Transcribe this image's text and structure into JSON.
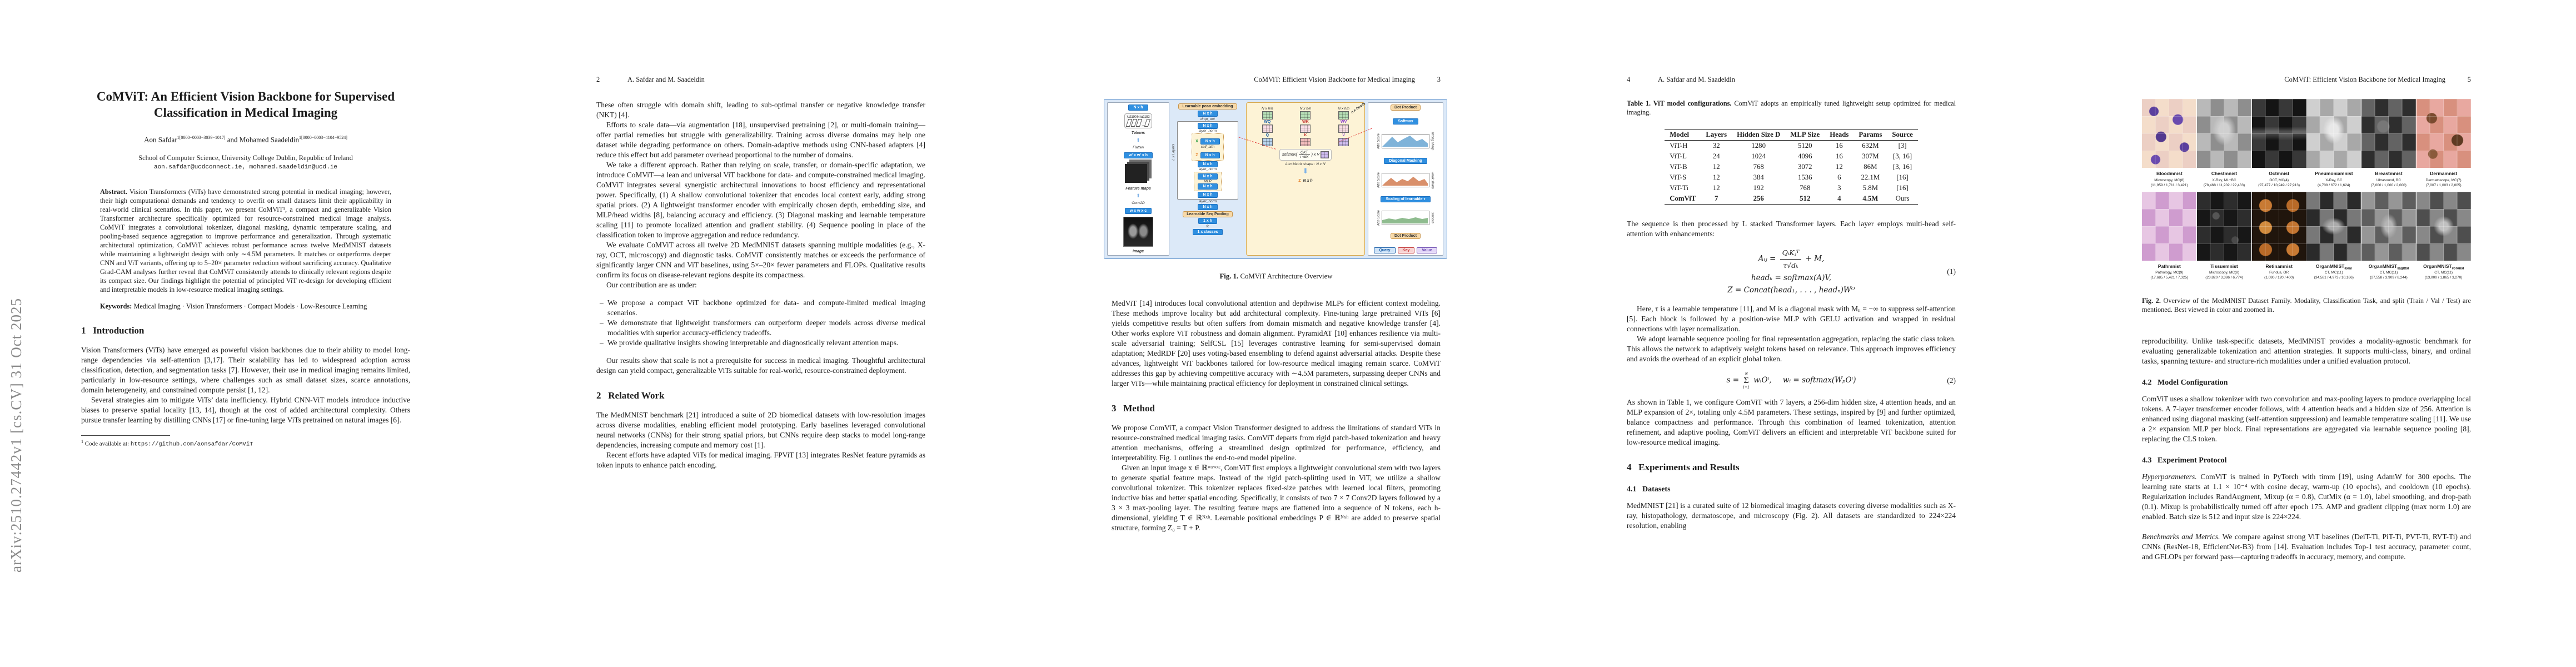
{
  "colors": {
    "fig1_bg": "#dce9f8",
    "fig1_border": "#5b8fc9",
    "chip_blue": "#2f8fe0",
    "chip_orange": "#f7d9a8",
    "qkv_panel": "#fdf3d6",
    "query_blue": "#1a5fa8",
    "key_red": "#c03030",
    "value_purple": "#8a3fd0",
    "chart_strong": "#7fb3d9",
    "chart_weak": "#d9906b",
    "chart_smooth": "#8fbc8f",
    "arxiv_gray": "#8a8a8a"
  },
  "arxiv_banner": "arXiv:2510.27442v1  [cs.CV]  31 Oct 2025",
  "page1": {
    "title": "CoMViT: An Efficient Vision Backbone for Supervised Classification in Medical Imaging",
    "author1": "Aon Safdar",
    "author1_sup": "1[0000−0003−3039−1017]",
    "author_and": " and Mohamed Saadeldin",
    "author2_sup": "1[0000−0003−4104−9524]",
    "affiliation": "School of Computer Science, University College Dublin, Republic of Ireland",
    "emails": "aon.safdar@ucdconnect.ie, mohamed.saadeldin@ucd.ie",
    "abstract_label": "Abstract.",
    "abstract_text": " Vision Transformers (ViTs) have demonstrated strong potential in medical imaging; however, their high computational demands and tendency to overfit on small datasets limit their applicability in real-world clinical scenarios. In this paper, we present CoMViT¹, a compact and generalizable Vision Transformer architecture specifically optimized for resource-constrained medical image analysis. CoMViT integrates a convolutional tokenizer, diagonal masking, dynamic temperature scaling, and pooling-based sequence aggregation to improve performance and generalization. Through systematic architectural optimization, CoMViT achieves robust performance across twelve MedMNIST datasets while maintaining a lightweight design with only ∼4.5M parameters. It matches or outperforms deeper CNN and ViT variants, offering up to 5–20× parameter reduction without sacrificing accuracy. Qualitative Grad-CAM analyses further reveal that CoMViT consistently attends to clinically relevant regions despite its compact size. Our findings highlight the potential of principled ViT re-design for developing efficient and interpretable models in low-resource medical imaging settings.",
    "keywords_label": "Keywords:",
    "keywords_text": " Medical Imaging · Vision Transformers · Compact Models · Low-Resource Learning",
    "section1": "1   Introduction",
    "para1": "Vision Transformers (ViTs) have emerged as powerful vision backbones due to their ability to model long-range dependencies via self-attention [3,17]. Their scalability has led to widespread adoption across classification, detection, and segmentation tasks [7]. However, their use in medical imaging remains limited, particularly in low-resource settings, where challenges such as small dataset sizes, scarce annotations, domain heterogeneity, and constrained compute persist [1, 12].",
    "para2": "Several strategies aim to mitigate ViTs’ data inefficiency. Hybrid CNN-ViT models introduce inductive biases to preserve spatial locality [13, 14], though at the cost of added architectural complexity. Others pursue transfer learning by distilling CNNs [17] or fine-tuning large ViTs pretrained on natural images [6].",
    "footnote_sup": "1",
    "footnote_text": " Code available at: ",
    "footnote_link": "https://github.com/aonsafdar/CoMViT"
  },
  "page2": {
    "header_num": "2",
    "header_names": "A. Safdar and M. Saadeldin",
    "para1": "These often struggle with domain shift, leading to sub-optimal transfer or negative knowledge transfer (NKT) [4].",
    "para2": "Efforts to scale data—via augmentation [18], unsupervised pretraining [2], or multi-domain training—offer partial remedies but struggle with generalizability. Training across diverse domains may help one dataset while degrading performance on others. Domain-adaptive methods using CNN-based adapters [4] reduce this effect but add parameter overhead proportional to the number of domains.",
    "para3": "We take a different approach. Rather than relying on scale, transfer, or domain-specific adaptation, we introduce CoMViT—a lean and universal ViT backbone for data- and compute-constrained medical imaging. CoMViT integrates several synergistic architectural innovations to boost efficiency and representational power. Specifically, (1) A shallow convolutional tokenizer that encodes local context early, adding strong spatial priors. (2) A lightweight transformer encoder with empirically chosen depth, embedding size, and MLP/head widths [8], balancing accuracy and efficiency. (3) Diagonal masking and learnable temperature scaling [11] to promote localized attention and gradient stability. (4) Sequence pooling in place of the classification token to improve aggregation and reduce redundancy.",
    "para4": "We evaluate CoMViT across all twelve 2D MedMNIST datasets spanning multiple modalities (e.g., X-ray, OCT, microscopy) and diagnostic tasks. CoMViT consistently matches or exceeds the performance of significantly larger CNN and ViT baselines, using 5×–20× fewer parameters and FLOPs. Qualitative results confirm its focus on disease-relevant regions despite its compactness.",
    "para5": "Our contribution are as under:",
    "contrib": [
      "We propose a compact ViT backbone optimized for data- and compute-limited medical imaging scenarios.",
      "We demonstrate that lightweight transformers can outperform deeper models across diverse medical modalities with superior accuracy-efficiency tradeoffs.",
      "We provide qualitative insights showing interpretable and diagnostically relevant attention maps."
    ],
    "para6": "Our results show that scale is not a prerequisite for success in medical imaging. Thoughtful architectural design can yield compact, generalizable ViTs suitable for real-world, resource-constrained deployment.",
    "section2": "2   Related Work",
    "para7": "The MedMNIST benchmark [21] introduced a suite of 2D biomedical datasets with low-resolution images across diverse modalities, enabling efficient model prototyping. Early baselines leveraged convolutional neural networks (CNNs) for their strong spatial priors, but CNNs require deep stacks to model long-range dependencies, increasing compute and memory cost [1].",
    "para8": "Recent efforts have adapted ViTs for medical imaging. FPViT [13] integrates ResNet feature pyramids as token inputs to enhance patch encoding."
  },
  "page3": {
    "header_title": "CoMViT: Efficient Vision Backbone for Medical Imaging",
    "header_num": "3",
    "fig1": {
      "left": {
        "nxh": "N x h",
        "n": "N",
        "tokens": "Tokens",
        "flatten": "Flatten",
        "wwh": "w' x w' x h",
        "feature_maps": "Feature maps",
        "conv2d": "Conv2D",
        "wwc": "w x w x c",
        "image": "Image"
      },
      "enc": {
        "posn": "Learnable posn embedding",
        "nxh": "N x h",
        "drop_out": "drop_out",
        "layer_norm": "layer_norm",
        "x": "X",
        "self_attn": "self_attn",
        "z": "Z",
        "mlp": "MLP",
        "llayers": "L x Layers",
        "seq_pool": "Learnable Seq Pooling",
        "oneh": "1 x h",
        "fc": "fc",
        "classes": "1 x classes"
      },
      "qkv": {
        "nxhn": "N x h/n",
        "xn": "x/n",
        "wq": "WQ",
        "wk": "WK",
        "wv": "WV",
        "q": "Q",
        "k": "K",
        "v": "V",
        "softmax": "softmax(",
        "fracnum": "QKT",
        "fracden": "τ √dK",
        "closev": ") x V",
        "attn_shape": "Attn Matrix shape : N x N'",
        "nheads": "n x heads",
        "z": "Z",
        "nxh": "N x h"
      },
      "right": {
        "dot1": "Dot Product",
        "softmax": "Softmax",
        "attn_score": "Attn Score",
        "strong": "strong sharp",
        "diag": "Diagonal Masking",
        "weak": "weak sharp",
        "scaling": "Scaling of learnable τ",
        "smooth": "smooth",
        "dot2": "Dot Product",
        "query": "Query",
        "key": "Key",
        "value": "Value"
      }
    },
    "fig1_cap_bold": "Fig. 1.",
    "fig1_cap_rest": " CoMViT Architecture Overview",
    "para1": "MedViT [14] introduces local convolutional attention and depthwise MLPs for efficient context modeling. These methods improve locality but add architectural complexity. Fine-tuning large pretrained ViTs [6] yields competitive results but often suffers from domain mismatch and negative knowledge transfer [4]. Other works explore ViT robustness and domain alignment. PyramidAT [10] enhances resilience via multi-scale adversarial training; SelfCSL [15] leverages contrastive learning for semi-supervised domain adaptation; MedRDF [20] uses voting-based ensembling to defend against adversarial attacks. Despite these advances, lightweight ViT backbones tailored for low-resource medical imaging remain scarce. CoMViT addresses this gap by achieving competitive accuracy with ∼4.5M parameters, surpassing deeper CNNs and larger ViTs—while maintaining practical efficiency for deployment in constrained clinical settings.",
    "section3": "3   Method",
    "para2": "We propose ComViT, a compact Vision Transformer designed to address the limitations of standard ViTs in resource-constrained medical imaging tasks. ComViT departs from rigid patch-based tokenization and heavy attention mechanisms, offering a streamlined design optimized for performance, efficiency, and interpretability. Fig. 1 outlines the end-to-end model pipeline.",
    "para3": "Given an input image x ∈ ℝʷˣʷˣᶜ, ComViT first employs a lightweight convolutional stem with two layers to generate spatial feature maps. Instead of the rigid patch-splitting used in ViT, we utilize a shallow convolutional tokenizer. This tokenizer replaces fixed-size patches with learned local filters, promoting inductive bias and better spatial encoding. Specifically, it consists of two 7 × 7 Conv2D layers followed by a 3 × 3 max-pooling layer. The resulting feature maps are flattened into a sequence of N tokens, each h-dimensional, yielding T ∈ ℝᴺˣʰ. Learnable positional embeddings P ∈ ℝᴺˣʰ are added to preserve spatial structure, forming Z₀ = T + P."
  },
  "page4": {
    "header_num": "4",
    "header_names": "A. Safdar and M. Saadeldin",
    "table1": {
      "cap_bold": "Table 1. ViT model configurations.",
      "cap_rest": " ComViT adopts an empirically tuned lightweight setup optimized for medical imaging.",
      "headers": [
        "Model",
        "Layers",
        "Hidden Size D",
        "MLP Size",
        "Heads",
        "Params",
        "Source"
      ],
      "rows": [
        [
          "ViT-H",
          "32",
          "1280",
          "5120",
          "16",
          "632M",
          "[3]"
        ],
        [
          "ViT-L",
          "24",
          "1024",
          "4096",
          "16",
          "307M",
          "[3, 16]"
        ],
        [
          "ViT-B",
          "12",
          "768",
          "3072",
          "12",
          "86M",
          "[3, 16]"
        ],
        [
          "ViT-S",
          "12",
          "384",
          "1536",
          "6",
          "22.1M",
          "[16]"
        ],
        [
          "ViT-Ti",
          "12",
          "192",
          "768",
          "3",
          "5.8M",
          "[16]"
        ],
        [
          "ComViT",
          "7",
          "256",
          "512",
          "4",
          "4.5M",
          "Ours"
        ]
      ]
    },
    "para1": "The sequence is then processed by L stacked Transformer layers. Each layer employs multi-head self-attention with enhancements:",
    "eq1": {
      "l1_lhs": "Aᵢⱼ = ",
      "l1_num": "QᵢKⱼᵀ",
      "l1_den": "τ√dₖ",
      "l1_tail": " + M,",
      "l2": "headₖ = softmax(A)V,",
      "l3": "Z = Concat(head₁, . . . , headₙ)Wᴼ",
      "num": "(1)"
    },
    "para2": "Here, τ is a learnable temperature [11], and M is a diagonal mask with Mᵢᵢ = −∞ to suppress self-attention [5]. Each block is followed by a position-wise MLP with GELU activation and wrapped in residual connections with layer normalization.",
    "para3": "We adopt learnable sequence pooling for final representation aggregation, replacing the static class token. This allows the network to adaptively weight tokens based on relevance. This approach improves efficiency and avoids the overhead of an explicit global token.",
    "eq2": {
      "lhs": "s = ",
      "sig_top": "N",
      "sig": "Σ",
      "sig_bot": "i=1",
      "rhs": " wᵢOⁱ,   wᵢ = softmax(WₚOⁱ)",
      "num": "(2)"
    },
    "para4": "As shown in Table 1, we configure ComViT with 7 layers, a 256-dim hidden size, 4 attention heads, and an MLP expansion of 2×, totaling only 4.5M parameters. These settings, inspired by [9] and further optimized, balance compactness and performance. Through this combination of learned tokenization, attention refinement, and adaptive pooling, ComViT delivers an efficient and interpretable ViT backbone suited for low-resource medical imaging.",
    "section4": "4   Experiments and Results",
    "section41": "4.1   Datasets",
    "para5": "MedMNIST [21] is a curated suite of 12 biomedical imaging datasets covering diverse modalities such as X-ray, histopathology, dermatoscope, and microscopy (Fig. 2). All datasets are standardized to 224×224 resolution, enabling"
  },
  "page5": {
    "header_title": "CoMViT: Efficient Vision Backbone for Medical Imaging",
    "header_num": "5",
    "fig2": {
      "datasets": [
        {
          "name": "Bloodmnist",
          "sub": "",
          "modality": "Microscopy, MC(8)",
          "split": "(11,959 / 1,711 / 3,421)"
        },
        {
          "name": "Chestmnist",
          "sub": "",
          "modality": "X-Ray, ML+BC",
          "split": "(78,468 / 11,202 / 22,433)"
        },
        {
          "name": "Octmnist",
          "sub": "",
          "modality": "OCT, MC(4)",
          "split": "(97,477 / 10,949 / 27,913)"
        },
        {
          "name": "Pneumoniamnist",
          "sub": "",
          "modality": "X-Ray, BC",
          "split": "(4,708 / 672 / 1,624)"
        },
        {
          "name": "Breastmnist",
          "sub": "",
          "modality": "Ultrasound, BC",
          "split": "(7,000 / 1,000 / 2,000)"
        },
        {
          "name": "Dermamnist",
          "sub": "",
          "modality": "Dermatoscope, MC(7)",
          "split": "(7,007 / 1,003 / 2,005)"
        },
        {
          "name": "Pathmnist",
          "sub": "",
          "modality": "Pathology, MC(9)",
          "split": "(17,685 / 5,421 / 7,325)"
        },
        {
          "name": "Tissuemnist",
          "sub": "",
          "modality": "Microscopy, MC(8)",
          "split": "(23,820 / 3,386 / 6,774)"
        },
        {
          "name": "Retinamnist",
          "sub": "",
          "modality": "Fundus, OR",
          "split": "(1,080 / 120 / 400)"
        },
        {
          "name": "OrganMNIST",
          "sub": "axial",
          "modality": "CT, MC(11)",
          "split": "(34,581 / 4,973 / 10,166)"
        },
        {
          "name": "OrganMNIST",
          "sub": "sagittal",
          "modality": "CT, MC(11)",
          "split": "(27,558 / 3,909 / 8,244)"
        },
        {
          "name": "OrganMNIST",
          "sub": "coronal",
          "modality": "CT, MC(11)",
          "split": "(13,000 / 1,865 / 3,270)"
        }
      ]
    },
    "fig2_cap_bold": "Fig. 2.",
    "fig2_cap_rest": " Overview of the MedMNIST Dataset Family. Modality, Classification Task, and split (Train / Val / Test) are mentioned. Best viewed in color and zoomed in.",
    "para1": "reproducibility. Unlike task-specific datasets, MedMNIST provides a modality-agnostic benchmark for evaluating generalizable tokenization and attention strategies. It supports multi-class, binary, and ordinal tasks, spanning texture- and structure-rich modalities under a unified evaluation protocol.",
    "section42": "4.2   Model Configuration",
    "para2": "ComViT uses a shallow tokenizer with two convolution and max-pooling layers to produce overlapping local tokens. A 7-layer transformer encoder follows, with 4 attention heads and a hidden size of 256. Attention is enhanced using diagonal masking (self-attention suppression) and learnable temperature scaling [11]. We use a 2× expansion MLP per block. Final representations are aggregated via learnable sequence pooling [8], replacing the CLS token.",
    "section43": "4.3   Experiment Protocol",
    "hyper_label": "Hyperparameters.",
    "hyper_text": " ComViT is trained in PyTorch with timm [19], using AdamW for 300 epochs. The learning rate starts at 1.1 × 10⁻⁴ with cosine decay, warm-up (10 epochs), and cooldown (10 epochs). Regularization includes RandAugment, Mixup (α = 0.8), CutMix (α = 1.0), label smoothing, and drop-path (0.1). Mixup is probabilistically turned off after epoch 175. AMP and gradient clipping (max norm 1.0) are enabled. Batch size is 512 and input size is 224×224.",
    "bench_label": "Benchmarks and Metrics.",
    "bench_text": " We compare against strong ViT baselines (DeiT-Ti, PiT-Ti, PVT-Ti, RVT-Ti) and CNNs (ResNet-18, EfficientNet-B3) from [14]. Evaluation includes Top-1 test accuracy, parameter count, and GFLOPs per forward pass—capturing tradeoffs in accuracy, memory, and compute."
  }
}
